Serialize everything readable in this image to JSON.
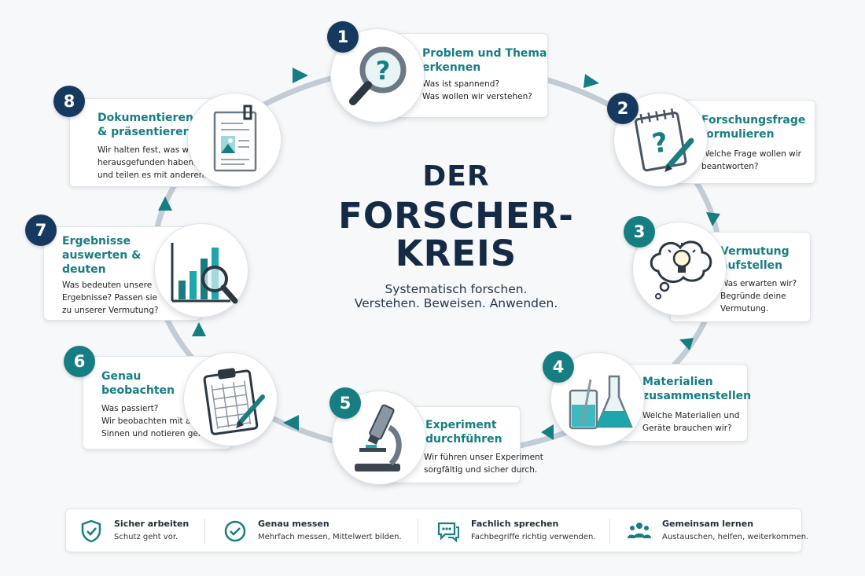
{
  "title": {
    "line1": "DER",
    "line2": "FORSCHER-",
    "line3": "KREIS"
  },
  "subtitle": {
    "line1": "Systematisch forschen.",
    "line2": "Verstehen. Beweisen. Anwenden."
  },
  "colors": {
    "navy": "#163a5f",
    "teal": "#167e82",
    "ring": "#b9c4cf",
    "arrow": "#167e82"
  },
  "steps": [
    {
      "number": "1",
      "title": [
        "Problem und Thema",
        "erkennen"
      ],
      "desc": [
        "Was ist spannend?",
        "Was wollen wir verstehen?"
      ],
      "icon": "magnifier-question-icon"
    },
    {
      "number": "2",
      "title": [
        "Forschungsfrage",
        "formulieren"
      ],
      "desc": [
        "Welche Frage wollen wir",
        "beantworten?"
      ],
      "icon": "notepad-question-icon"
    },
    {
      "number": "3",
      "title": [
        "Vermutung",
        "aufstellen"
      ],
      "desc": [
        "Was erwarten wir?",
        "Begründe deine",
        "Vermutung."
      ],
      "icon": "thought-bubble-lightbulb-icon"
    },
    {
      "number": "4",
      "title": [
        "Materialien",
        "zusammenstellen"
      ],
      "desc": [
        "Welche Materialien und",
        "Geräte brauchen wir?"
      ],
      "icon": "lab-glassware-icon"
    },
    {
      "number": "5",
      "title": [
        "Experiment",
        "durchführen"
      ],
      "desc": [
        "Wir führen unser Experiment",
        "sorgfältig und sicher durch."
      ],
      "icon": "microscope-icon"
    },
    {
      "number": "6",
      "title": [
        "Genau",
        "beobachten"
      ],
      "desc": [
        "Was passiert?",
        "Wir beobachten mit allen",
        "Sinnen und notieren genau."
      ],
      "icon": "clipboard-pen-icon"
    },
    {
      "number": "7",
      "title": [
        "Ergebnisse",
        "auswerten &",
        "deuten"
      ],
      "desc": [
        "Was bedeuten unsere",
        "Ergebnisse? Passen sie",
        "zu unserer Vermutung?"
      ],
      "icon": "bar-chart-magnifier-icon"
    },
    {
      "number": "8",
      "title": [
        "Dokumentieren",
        "& präsentieren"
      ],
      "desc": [
        "Wir halten fest, was wir",
        "herausgefunden haben,",
        "und teilen es mit anderen."
      ],
      "icon": "document-clip-icon"
    }
  ],
  "footer": [
    {
      "title": "Sicher arbeiten",
      "desc": "Schutz geht vor.",
      "icon": "shield-check-icon"
    },
    {
      "title": "Genau messen",
      "desc": "Mehrfach messen, Mittelwert bilden.",
      "icon": "circle-check-icon"
    },
    {
      "title": "Fachlich sprechen",
      "desc": "Fachbegriffe richtig verwenden.",
      "icon": "speech-bubbles-icon"
    },
    {
      "title": "Gemeinsam lernen",
      "desc": "Austauschen, helfen, weiterkommen.",
      "icon": "group-people-icon"
    }
  ]
}
